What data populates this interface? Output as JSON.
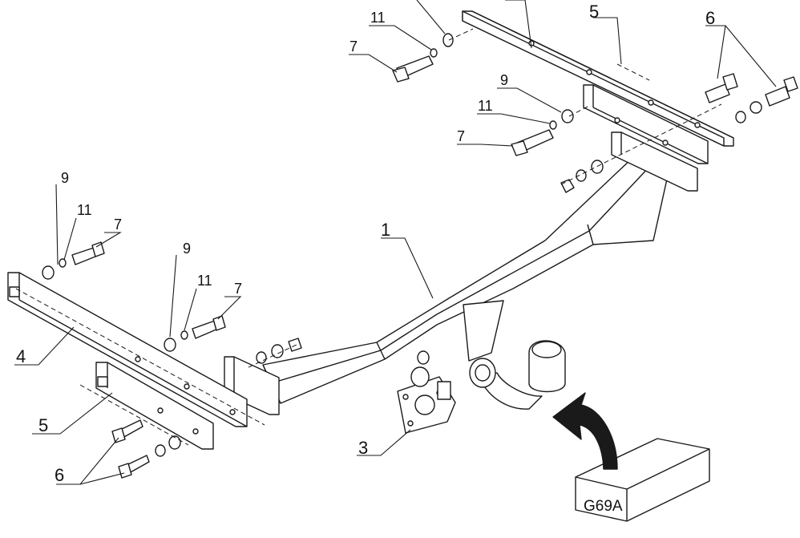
{
  "callouts": {
    "c1": "1",
    "c3": "3",
    "c4": "4",
    "c5_top": "5",
    "c5_bottom": "5",
    "c6_top": "6",
    "c6_bottom": "6",
    "c7_a": "7",
    "c7_b": "7",
    "c7_c": "7",
    "c7_d": "7",
    "c9_a": "9",
    "c9_b": "9",
    "c9_c": "9",
    "c11_a": "11",
    "c11_b": "11",
    "c11_c": "11",
    "c11_d": "11"
  },
  "kit_box_label": "G69A",
  "colors": {
    "line": "#1a1a1a",
    "part_fill": "#ffffff",
    "shade": "#d9d9d9"
  }
}
